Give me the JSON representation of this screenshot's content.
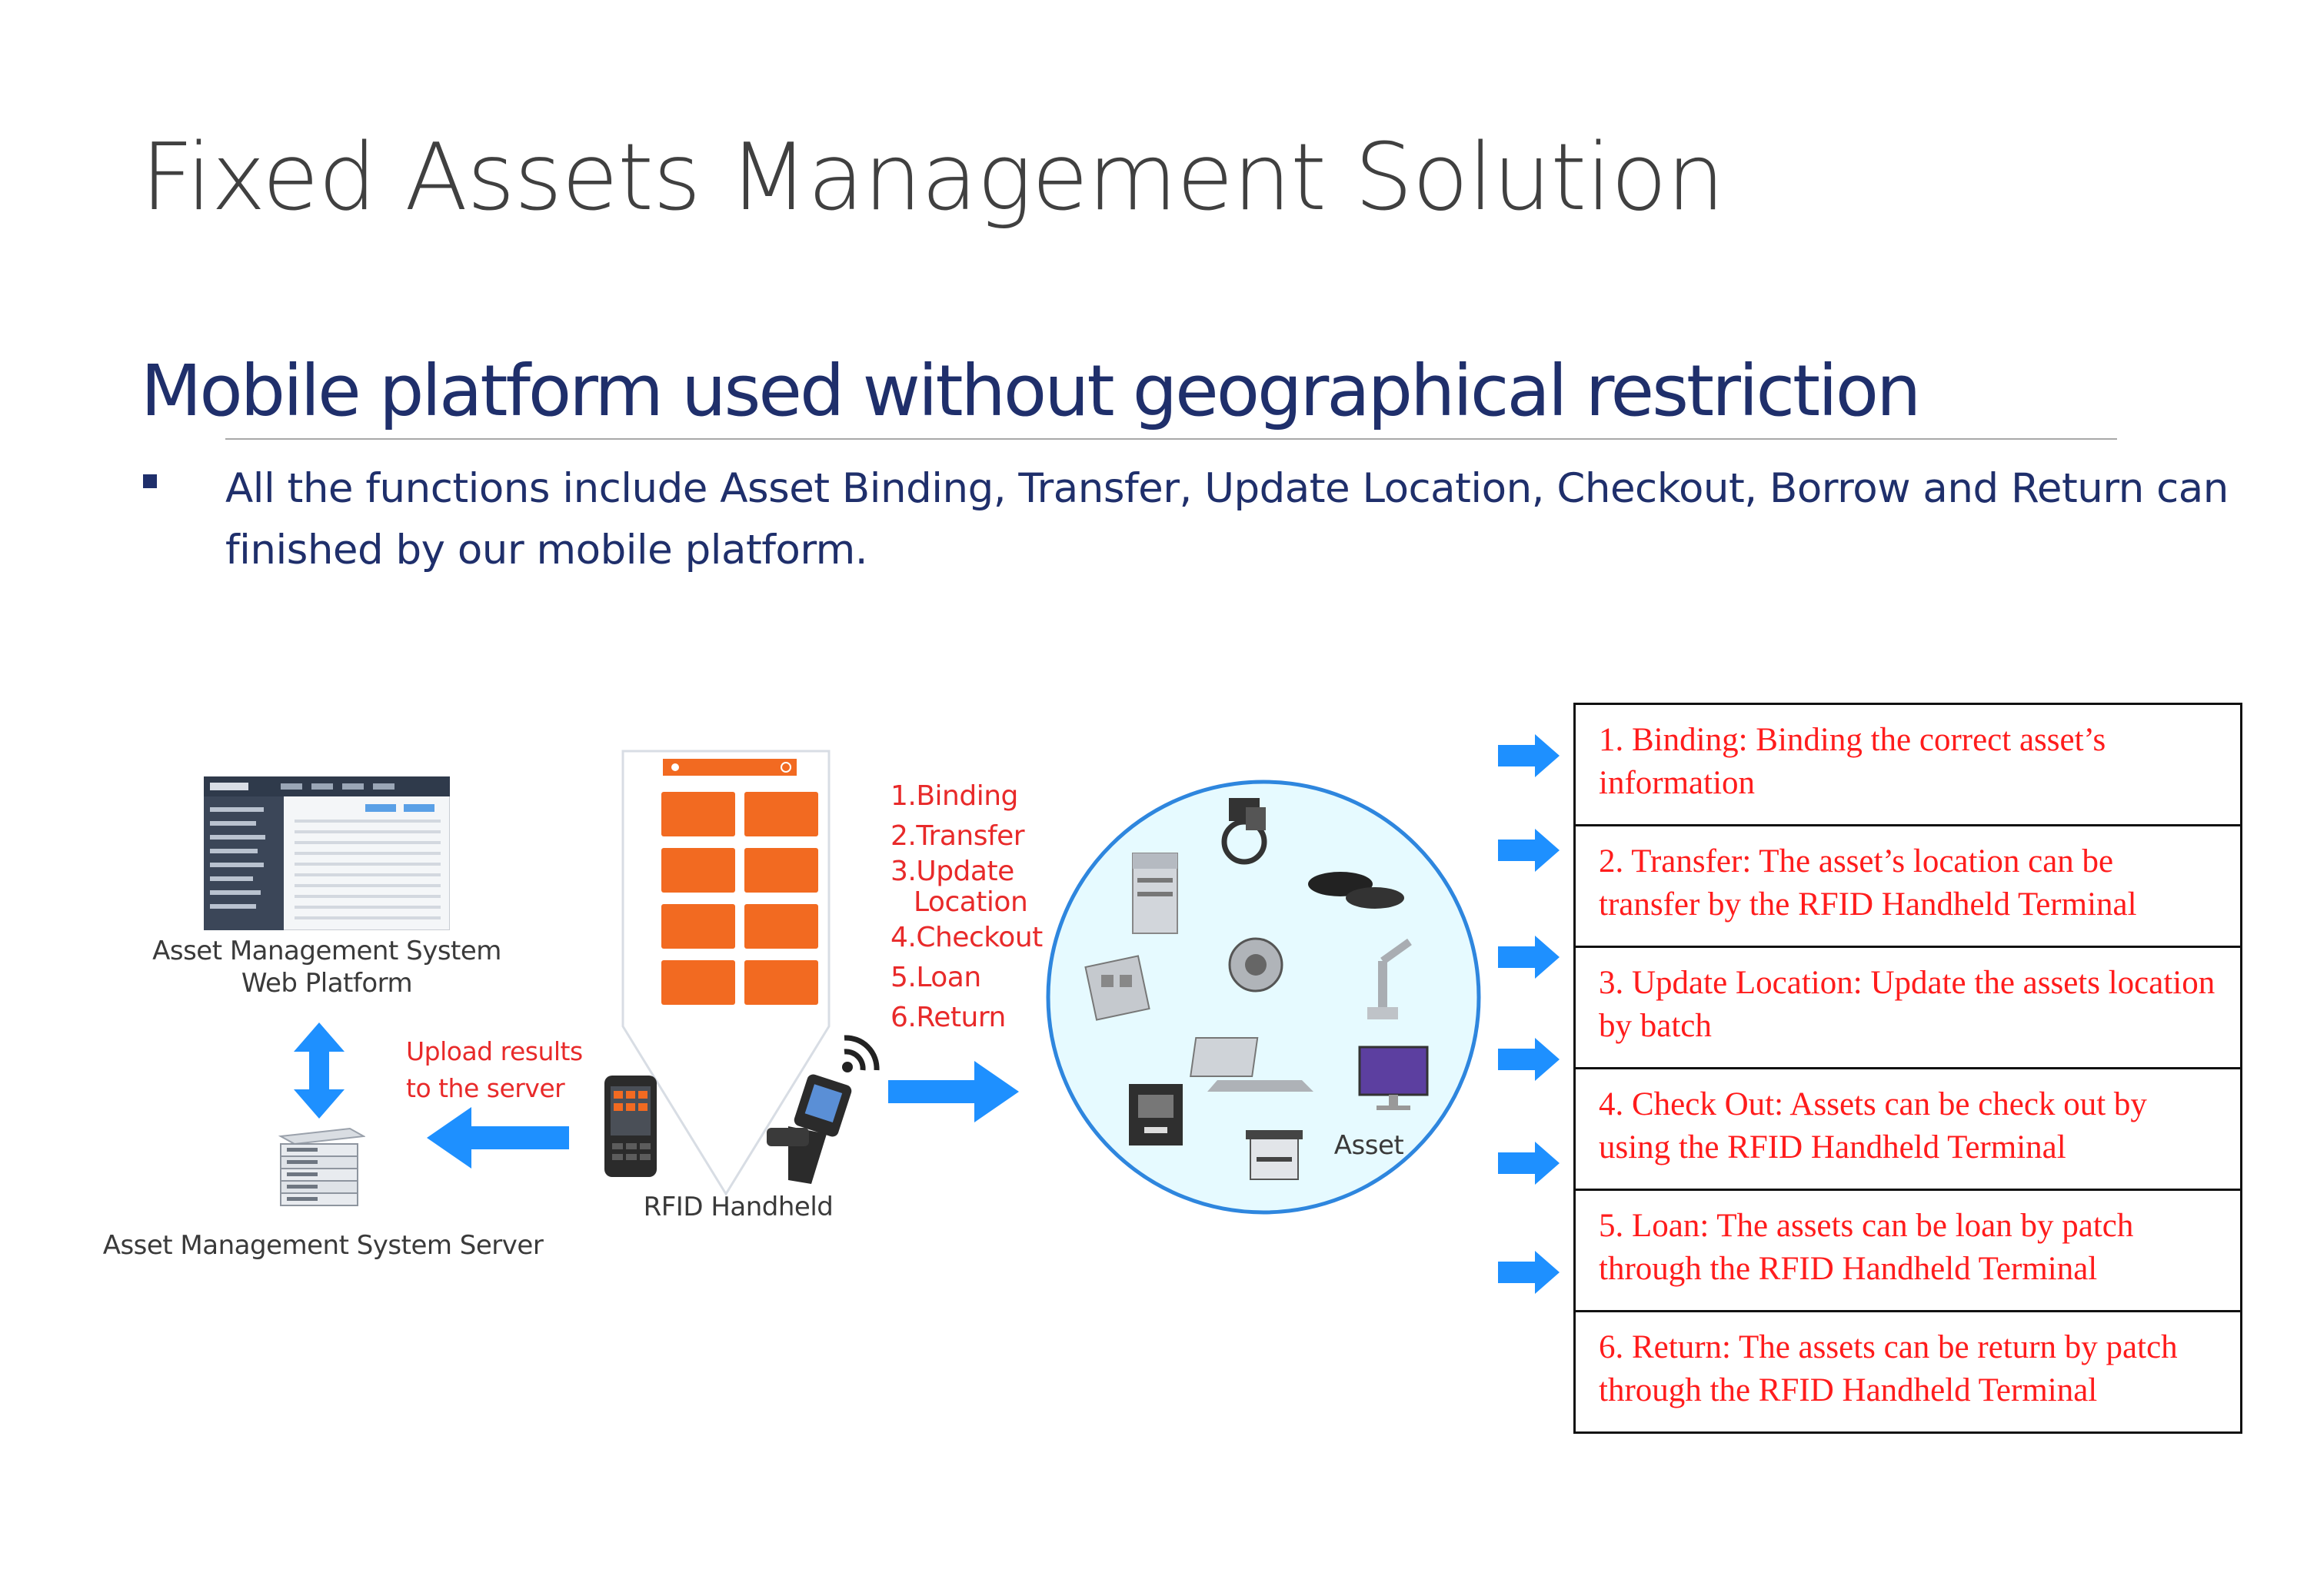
{
  "slide": {
    "title": "Fixed Assets Management Solution",
    "subtitle": "Mobile platform used without geographical restriction",
    "bullet": "All the functions include Asset Binding, Transfer, Update Location, Checkout, Borrow and Return can finished by our mobile platform."
  },
  "diagram": {
    "web_platform_label": [
      "Asset Management System",
      "Web Platform"
    ],
    "server_label": "Asset Management System Server",
    "upload_label": [
      "Upload results",
      "to the server"
    ],
    "handheld_label": "RFID Handheld",
    "asset_label": "Asset",
    "functions_list": [
      "1.Binding",
      "2.Transfer",
      "3.Update",
      "Location",
      "4.Checkout",
      "5.Loan",
      "6.Return"
    ]
  },
  "functions_table": [
    "1. Binding: Binding the correct asset’s information",
    "2. Transfer: The asset’s location can be transfer by the RFID Handheld Terminal",
    "3. Update Location: Update the assets location by batch",
    "4. Check Out: Assets can be check out by using the RFID Handheld Terminal",
    "5. Loan: The assets can be loan by patch through the RFID Handheld Terminal",
    "6. Return: The assets can be return by patch through the RFID Handheld Terminal"
  ],
  "colors": {
    "title": "#404040",
    "subtitle": "#1F2F6B",
    "red_text": "#FF1C1C",
    "arrow_blue": "#1E90FF",
    "circle_fill": "#E6FAFF",
    "circle_stroke": "#2E86DE",
    "phone_orange": "#F26A21"
  }
}
